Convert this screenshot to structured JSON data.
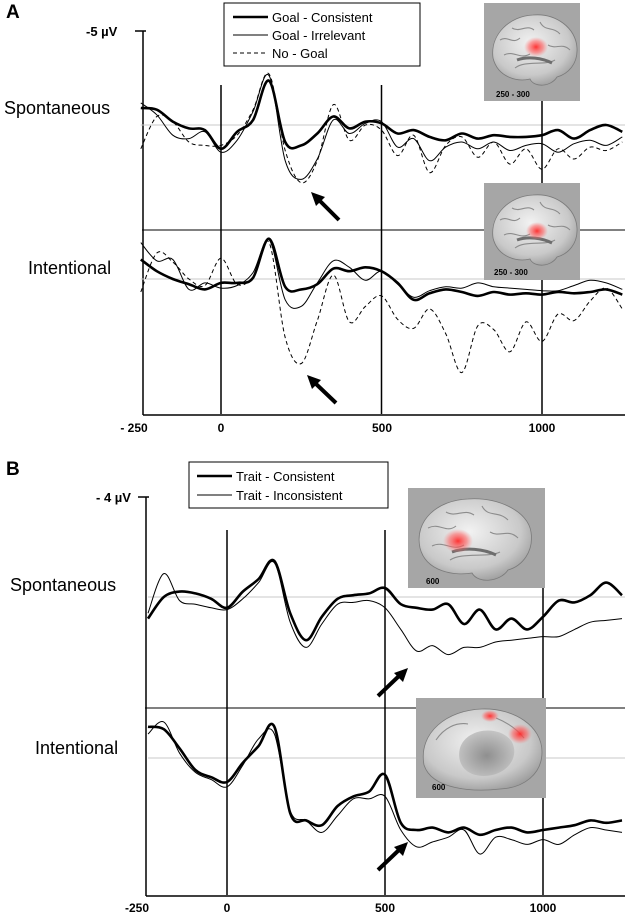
{
  "chart_data": [
    {
      "type": "line",
      "panel_label": "A",
      "unit_label": "-5 µV",
      "legend": [
        "Goal - Consistent",
        "Goal - Irrelevant",
        "No - Goal"
      ],
      "legend_position": "top-center",
      "xlim": [
        -250,
        1250
      ],
      "x_ticks": [
        -250,
        0,
        500,
        1000
      ],
      "x_tick_labels": [
        "- 250",
        "0",
        "500",
        "1000"
      ],
      "y_orientation": "negative-up",
      "baseline_reference": true,
      "rows": [
        {
          "label": "Spontaneous",
          "brain_map": "250 - 300",
          "series": [
            {
              "name": "Goal - Consistent",
              "style": "thick",
              "x": [
                -250,
                -200,
                -150,
                -100,
                -50,
                0,
                50,
                100,
                150,
                200,
                250,
                300,
                350,
                400,
                450,
                500,
                550,
                600,
                650,
                700,
                750,
                800,
                850,
                900,
                950,
                1000,
                1050,
                1100,
                1150,
                1200,
                1250
              ],
              "y": [
                1.0,
                0.9,
                0.2,
                -0.2,
                -0.3,
                -1.4,
                -0.4,
                0.3,
                2.6,
                -1.0,
                -1.2,
                -0.5,
                0.5,
                -0.2,
                0.2,
                0.1,
                -0.5,
                -0.3,
                -0.7,
                -0.9,
                -0.5,
                -0.8,
                -0.6,
                -0.7,
                -0.7,
                -0.6,
                -0.3,
                -0.8,
                -0.3,
                0.0,
                -0.4
              ]
            },
            {
              "name": "Goal - Irrelevant",
              "style": "thin",
              "x": [
                -250,
                -200,
                -150,
                -100,
                -50,
                0,
                50,
                100,
                150,
                200,
                250,
                300,
                350,
                400,
                450,
                500,
                550,
                600,
                650,
                700,
                750,
                800,
                850,
                900,
                950,
                1000,
                1050,
                1100,
                1150,
                1200,
                1250
              ],
              "y": [
                1.3,
                0.6,
                -0.6,
                -0.8,
                -0.4,
                -1.6,
                -0.9,
                0.8,
                2.9,
                -2.1,
                -3.2,
                -2.0,
                0.3,
                -0.5,
                0.1,
                0.2,
                -1.3,
                -0.8,
                -2.1,
                -1.3,
                -1.0,
                -1.4,
                -1.0,
                -1.5,
                -1.2,
                -1.1,
                -1.6,
                -1.1,
                -0.9,
                -1.2,
                -0.7
              ]
            },
            {
              "name": "No - Goal",
              "style": "dashed",
              "x": [
                -250,
                -200,
                -150,
                -100,
                -50,
                0,
                50,
                100,
                150,
                200,
                250,
                300,
                350,
                400,
                450,
                500,
                550,
                600,
                650,
                700,
                750,
                800,
                850,
                900,
                950,
                1000,
                1050,
                1100,
                1150,
                1200,
                1250
              ],
              "y": [
                -1.4,
                0.5,
                0.2,
                -1.0,
                -1.2,
                -1.2,
                -0.6,
                0.9,
                3.0,
                -1.5,
                -3.4,
                -2.1,
                1.2,
                -0.9,
                0.0,
                -0.3,
                -1.8,
                -0.6,
                -2.8,
                -1.2,
                -0.7,
                -1.9,
                -1.0,
                -2.3,
                -1.4,
                -2.6,
                -1.4,
                -2.0,
                -1.3,
                -1.5,
                -1.0
              ]
            }
          ]
        },
        {
          "label": "Intentional",
          "brain_map": "250 - 300",
          "series": [
            {
              "name": "Goal - Consistent",
              "style": "thick",
              "x": [
                -250,
                -200,
                -150,
                -100,
                -50,
                0,
                50,
                100,
                150,
                200,
                250,
                300,
                350,
                400,
                450,
                500,
                550,
                600,
                650,
                700,
                750,
                800,
                850,
                900,
                950,
                1000,
                1050,
                1100,
                1150,
                1200,
                1250
              ],
              "y": [
                1.5,
                0.6,
                0.0,
                -0.4,
                -0.8,
                -0.3,
                -0.3,
                0.1,
                3.1,
                -0.6,
                -0.8,
                -0.4,
                0.8,
                0.6,
                0.9,
                0.6,
                -0.3,
                -1.6,
                -1.1,
                -0.8,
                -1.0,
                -1.3,
                -1.0,
                -1.2,
                -1.1,
                -1.2,
                -1.0,
                -1.1,
                -1.0,
                -0.8,
                -1.2
              ]
            },
            {
              "name": "Goal - Irrelevant",
              "style": "thin",
              "x": [
                -250,
                -200,
                -150,
                -100,
                -50,
                0,
                50,
                100,
                150,
                200,
                250,
                300,
                350,
                400,
                450,
                500,
                550,
                600,
                650,
                700,
                750,
                800,
                850,
                900,
                950,
                1000,
                1050,
                1100,
                1150,
                1200,
                1250
              ],
              "y": [
                2.8,
                1.4,
                1.5,
                -0.8,
                -0.3,
                -0.7,
                -0.5,
                0.5,
                3.0,
                -1.6,
                -2.1,
                -0.3,
                1.4,
                0.9,
                -0.1,
                0.6,
                -0.4,
                -1.4,
                -0.9,
                -0.6,
                -0.7,
                -0.3,
                -0.6,
                -0.7,
                -0.8,
                -0.9,
                -0.9,
                -0.5,
                -0.1,
                -0.3,
                -0.8
              ]
            },
            {
              "name": "No - Goal",
              "style": "dashed",
              "x": [
                -250,
                -200,
                -150,
                -100,
                -50,
                0,
                50,
                100,
                150,
                200,
                250,
                300,
                350,
                400,
                450,
                500,
                550,
                600,
                650,
                700,
                750,
                800,
                850,
                900,
                950,
                1000,
                1050,
                1100,
                1150,
                1200,
                1250
              ],
              "y": [
                -1.0,
                2.0,
                1.3,
                0.0,
                -0.5,
                1.6,
                -0.4,
                0.2,
                2.8,
                -4.5,
                -6.5,
                -3.2,
                0.3,
                -3.3,
                -2.1,
                -1.3,
                -3.1,
                -3.8,
                -2.3,
                -4.2,
                -7.2,
                -3.6,
                -3.9,
                -5.6,
                -3.3,
                -4.8,
                -2.7,
                -3.2,
                -1.7,
                -0.7,
                -2.3
              ]
            }
          ]
        }
      ]
    },
    {
      "type": "line",
      "panel_label": "B",
      "unit_label": "- 4 µV",
      "legend": [
        "Trait - Consistent",
        "Trait - Inconsistent"
      ],
      "legend_position": "top-center",
      "xlim": [
        -250,
        1250
      ],
      "x_ticks": [
        -250,
        0,
        500,
        1000
      ],
      "x_tick_labels": [
        "-250",
        "0",
        "500",
        "1000"
      ],
      "y_orientation": "negative-up",
      "baseline_reference": true,
      "rows": [
        {
          "label": "Spontaneous",
          "brain_map": "600",
          "series": [
            {
              "name": "Trait - Consistent",
              "style": "thick",
              "x": [
                -250,
                -200,
                -150,
                -100,
                -50,
                0,
                50,
                100,
                150,
                200,
                250,
                300,
                350,
                400,
                450,
                500,
                550,
                600,
                650,
                700,
                750,
                800,
                850,
                900,
                950,
                1000,
                1050,
                1100,
                1150,
                1200,
                1250
              ],
              "y": [
                -1.2,
                0.0,
                0.3,
                0.2,
                -0.1,
                -0.6,
                0.3,
                1.0,
                2.0,
                -0.9,
                -2.4,
                -1.1,
                -0.1,
                0.1,
                0.2,
                0.5,
                -0.4,
                -0.6,
                -0.7,
                -0.4,
                -1.5,
                -0.7,
                -1.8,
                -1.2,
                -1.8,
                -1.1,
                -0.2,
                -0.3,
                0.1,
                0.8,
                0.1
              ]
            },
            {
              "name": "Trait - Inconsistent",
              "style": "thin",
              "x": [
                -250,
                -200,
                -150,
                -100,
                -50,
                0,
                50,
                100,
                150,
                200,
                250,
                300,
                350,
                400,
                450,
                500,
                550,
                600,
                650,
                700,
                750,
                800,
                850,
                900,
                950,
                1000,
                1050,
                1100,
                1150,
                1200,
                1250
              ],
              "y": [
                -0.9,
                1.3,
                -0.2,
                -0.4,
                -0.6,
                -0.7,
                -0.1,
                0.8,
                1.9,
                -1.4,
                -2.8,
                -1.5,
                -0.4,
                -0.3,
                -0.2,
                -0.6,
                -1.8,
                -3.0,
                -2.7,
                -3.2,
                -2.8,
                -2.8,
                -2.5,
                -2.4,
                -2.3,
                -2.2,
                -2.2,
                -1.8,
                -1.4,
                -1.3,
                -1.2
              ]
            }
          ]
        },
        {
          "label": "Intentional",
          "brain_map": "600",
          "series": [
            {
              "name": "Trait - Consistent",
              "style": "thick",
              "x": [
                -250,
                -200,
                -150,
                -100,
                -50,
                0,
                50,
                100,
                150,
                200,
                250,
                300,
                350,
                400,
                450,
                500,
                550,
                600,
                650,
                700,
                750,
                800,
                850,
                900,
                950,
                1000,
                1050,
                1100,
                1150,
                1200,
                1250
              ],
              "y": [
                1.3,
                1.2,
                0.4,
                -0.5,
                -0.8,
                -1.0,
                -0.2,
                0.5,
                1.3,
                -2.3,
                -2.6,
                -2.8,
                -2.0,
                -1.6,
                -1.4,
                -0.7,
                -2.7,
                -3.0,
                -2.9,
                -3.1,
                -2.9,
                -3.2,
                -3.0,
                -2.9,
                -3.1,
                -3.0,
                -2.9,
                -2.8,
                -2.6,
                -2.7,
                -2.6
              ]
            },
            {
              "name": "Trait - Inconsistent",
              "style": "thin",
              "x": [
                -250,
                -200,
                -150,
                -100,
                -50,
                0,
                50,
                100,
                150,
                200,
                250,
                300,
                350,
                400,
                450,
                500,
                550,
                600,
                650,
                700,
                750,
                800,
                850,
                900,
                950,
                1000,
                1050,
                1100,
                1150,
                1200,
                1250
              ],
              "y": [
                1.0,
                1.5,
                0.2,
                -0.6,
                -0.9,
                -1.2,
                -0.3,
                0.8,
                1.0,
                -2.2,
                -2.6,
                -3.1,
                -2.4,
                -1.7,
                -1.7,
                -1.6,
                -3.0,
                -3.7,
                -3.5,
                -3.3,
                -3.0,
                -4.0,
                -3.3,
                -3.4,
                -3.6,
                -3.4,
                -3.6,
                -3.2,
                -2.9,
                -3.0,
                -3.1
              ]
            }
          ]
        }
      ]
    }
  ]
}
